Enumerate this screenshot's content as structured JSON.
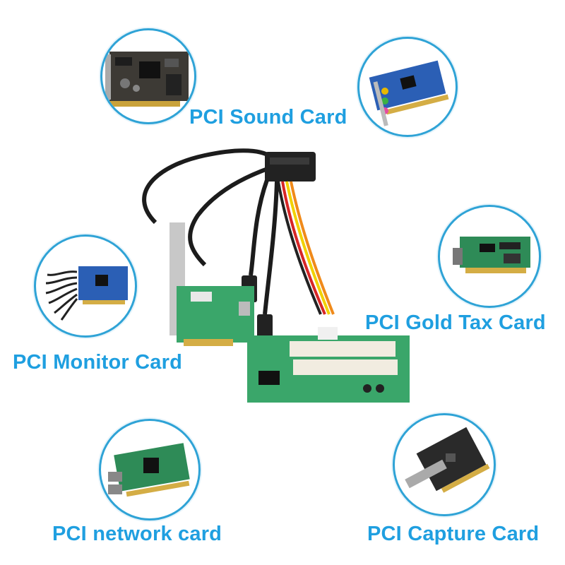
{
  "labels": {
    "sound": "PCI Sound Card",
    "gold_tax": "PCI Gold Tax Card",
    "monitor": "PCI Monitor Card",
    "network": "PCI network card",
    "capture": "PCI Capture Card"
  },
  "colors": {
    "accent": "#1f9fe0",
    "circle_border": "#2fa3d6",
    "pcb_green": "#2e8b57",
    "pcb_blue": "#2b5fb5"
  }
}
